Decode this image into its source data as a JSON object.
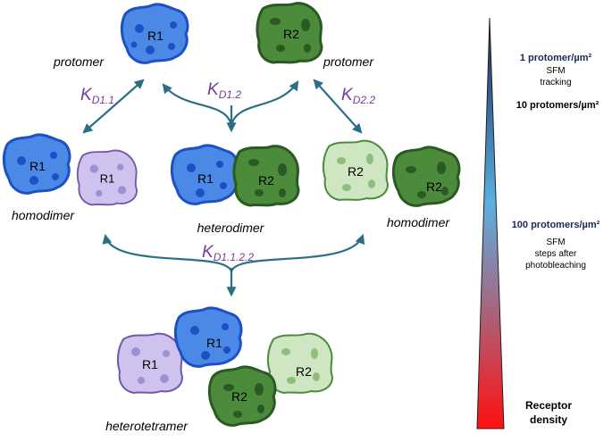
{
  "molecules": {
    "r1_label": "R1",
    "r2_label": "R2"
  },
  "captions": {
    "protomer_left": "protomer",
    "protomer_right": "protomer",
    "homodimer_left": "homodimer",
    "heterodimer": "heterodimer",
    "homodimer_right": "homodimer",
    "heterotetramer": "heterotetramer"
  },
  "constants": {
    "kd11_base": "K",
    "kd11_sub": "D1.1",
    "kd12_base": "K",
    "kd12_sub": "D1.2",
    "kd22_base": "K",
    "kd22_sub": "D2.2",
    "kd1122_base": "K",
    "kd1122_sub": "D1.1.2.2"
  },
  "density_scale": {
    "low_value": "1 protomer/µm²",
    "low_method_1": "SFM",
    "low_method_2": "tracking",
    "mid_value": "10 protomers/µm²",
    "high_value": "100 protomers/µm²",
    "high_method_1": "SFM",
    "high_method_2": "steps after",
    "high_method_3": "photobleaching",
    "title_1": "Receptor",
    "title_2": "density"
  },
  "colors": {
    "r1": "#4a8ae6",
    "r1_edge": "#1f4fc4",
    "r1_light": "#cfc2ee",
    "r2": "#4c8a3c",
    "r2_edge": "#2a5a22",
    "r2_light": "#cfe6c2",
    "arrow": "#2a6f86",
    "constant": "#7a3a9a",
    "scale_top": "#1a2a5c",
    "scale_mid": "#5ab0e0",
    "scale_bottom": "#ff1010"
  }
}
